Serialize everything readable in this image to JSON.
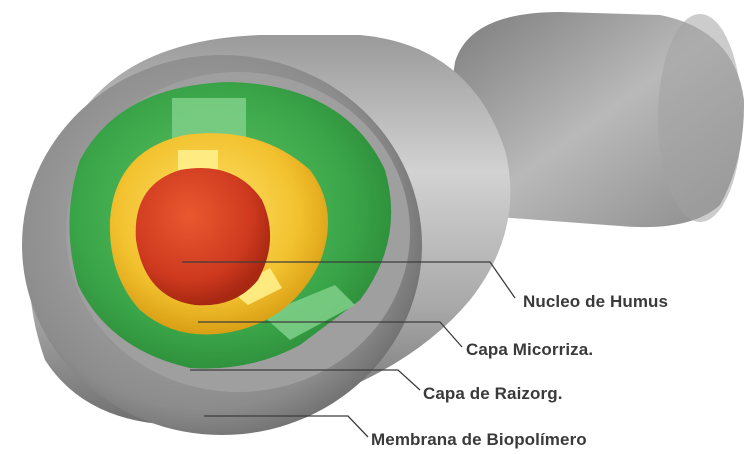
{
  "labels": {
    "nucleo": "Nucleo de Humus",
    "micorriza": "Capa Micorriza.",
    "raizorg": "Capa de Raizorg.",
    "membrana": "Membrana de Biopolímero"
  },
  "colors": {
    "membrane": "#8f8f8f",
    "membrane_light": "#c4c4c4",
    "raizorg_layer": "#3aa64a",
    "micorriza_layer": "#f2c12e",
    "humus_core": "#d03a1f",
    "leader_line": "#3c3c3c",
    "text": "#3a3a3a"
  }
}
